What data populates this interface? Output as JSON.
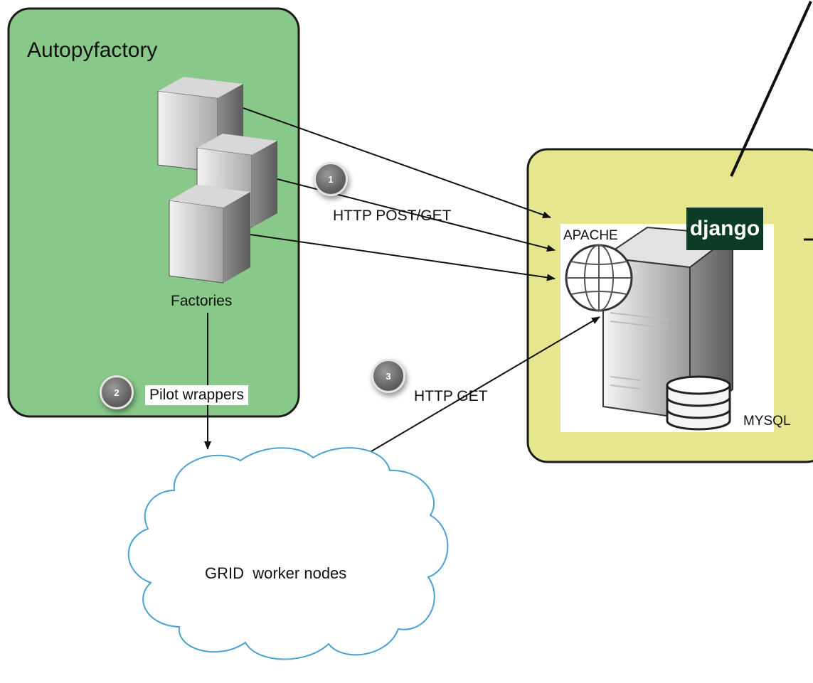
{
  "autopyfactory": {
    "title": "Autopyfactory",
    "factories_label": "Factories",
    "pilot_wrappers_label": "Pilot wrappers"
  },
  "steps": [
    {
      "number": "1",
      "label": "HTTP POST/GET"
    },
    {
      "number": "2",
      "label": "Pilot wrappers"
    },
    {
      "number": "3",
      "label": "HTTP GET"
    }
  ],
  "server": {
    "apache_label": "APACHE",
    "django_label": "django",
    "mysql_label": "MYSQL"
  },
  "grid": {
    "label": "GRID  worker nodes"
  },
  "colors": {
    "factory_box": "#88c98a",
    "server_box": "#e6e68e",
    "django_bg": "#0c3c26",
    "cloud_stroke": "#4aa3cf"
  }
}
